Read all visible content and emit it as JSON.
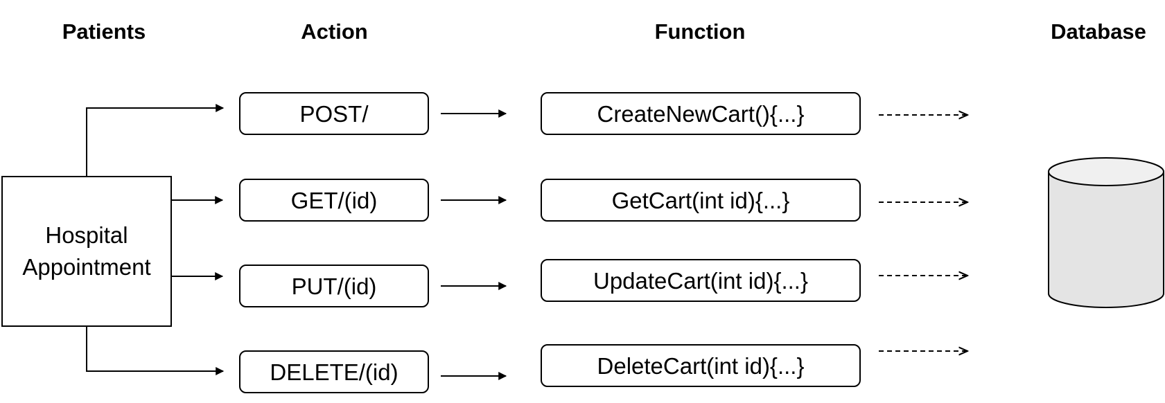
{
  "headers": {
    "patients": "Patients",
    "action": "Action",
    "function": "Function",
    "database": "Database"
  },
  "source": {
    "line1": "Hospital",
    "line2": "Appointment"
  },
  "actions": [
    "POST/",
    "GET/(id)",
    "PUT/(id)",
    "DELETE/(id)"
  ],
  "functions": [
    "CreateNewCart(){...}",
    "GetCart(int id){...}",
    "UpdateCart(int id){...}",
    "DeleteCart(int id){...}"
  ],
  "database_icon": "cylinder-database-icon",
  "colors": {
    "stroke": "#000000",
    "cylinder_top": "#f0f0f0",
    "cylinder_body": "#e4e4e4"
  }
}
